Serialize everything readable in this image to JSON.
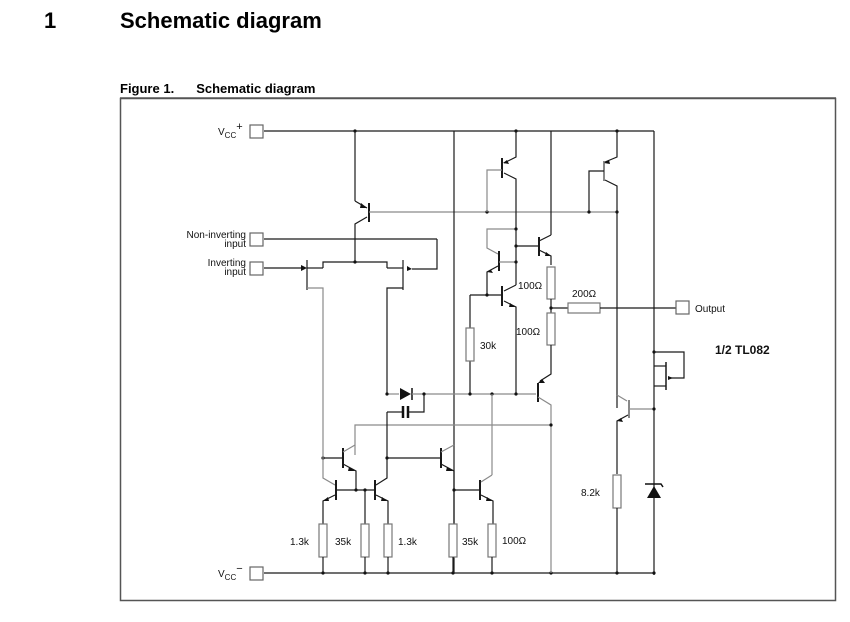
{
  "section": {
    "number": "1",
    "title": "Schematic diagram"
  },
  "figure": {
    "label": "Figure 1.",
    "title": "Schematic diagram"
  },
  "schematic": {
    "pins": {
      "vcc_plus": "V",
      "vcc_plus_sub": "CC",
      "vcc_plus_sup": "+",
      "non_inverting_line1": "Non-inverting",
      "non_inverting_line2": "input",
      "inverting_line1": "Inverting",
      "inverting_line2": "input",
      "output": "Output",
      "vcc_minus": "V",
      "vcc_minus_sub": "CC",
      "vcc_minus_sup": "−"
    },
    "part_label": "1/2 TL082",
    "resistors": {
      "r_upper_100": "100Ω",
      "r_lower_100": "100Ω",
      "r_200": "200Ω",
      "r_30k": "30k",
      "r_8_2k": "8.2k",
      "r_1_3k_left": "1.3k",
      "r_35k_left": "35k",
      "r_1_3k_right": "1.3k",
      "r_35k_right": "35k",
      "r_100_bottom": "100Ω"
    }
  }
}
